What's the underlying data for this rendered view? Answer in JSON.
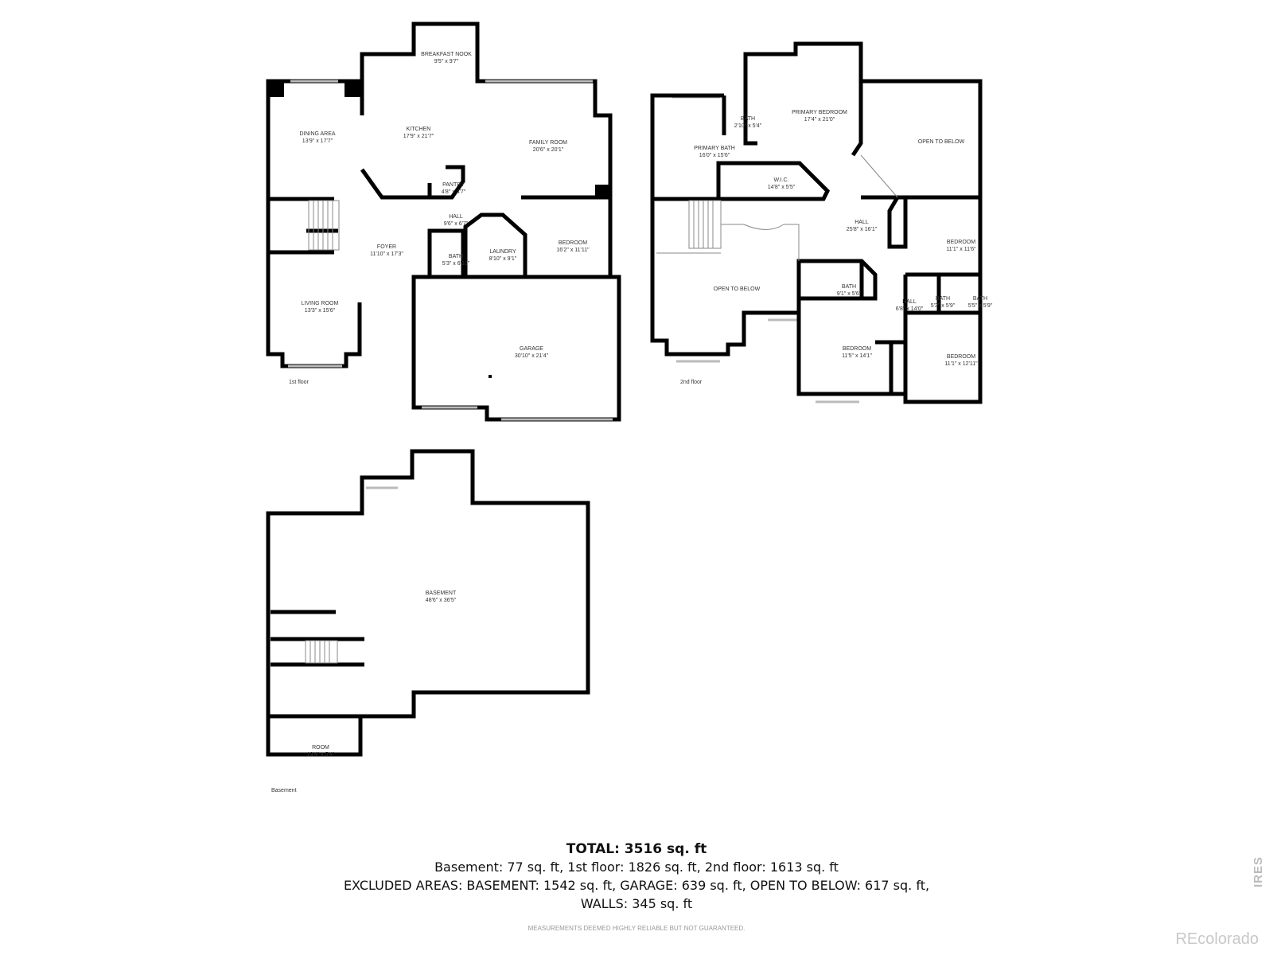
{
  "floors": {
    "first": {
      "label": "1st floor",
      "rooms": [
        {
          "name": "BREAKFAST NOOK",
          "dims": "9'5\" x 9'7\""
        },
        {
          "name": "DINING AREA",
          "dims": "13'9\" x 17'7\""
        },
        {
          "name": "KITCHEN",
          "dims": "17'9\" x 21'7\""
        },
        {
          "name": "FAMILY ROOM",
          "dims": "20'6\" x 20'1\""
        },
        {
          "name": "PANTRY",
          "dims": "4'8\" x 4'7\""
        },
        {
          "name": "HALL",
          "dims": "9'6\" x 6'7\""
        },
        {
          "name": "FOYER",
          "dims": "11'10\" x 17'3\""
        },
        {
          "name": "BATH",
          "dims": "5'3\" x 6'10\""
        },
        {
          "name": "LAUNDRY",
          "dims": "8'10\" x 9'1\""
        },
        {
          "name": "BEDROOM",
          "dims": "16'2\" x 11'11\""
        },
        {
          "name": "LIVING ROOM",
          "dims": "13'3\" x 15'6\""
        },
        {
          "name": "GARAGE",
          "dims": "30'10\" x 21'4\""
        }
      ]
    },
    "second": {
      "label": "2nd floor",
      "rooms": [
        {
          "name": "PRIMARY BEDROOM",
          "dims": "17'4\" x 21'0\""
        },
        {
          "name": "BATH",
          "dims": "2'10\" x 5'4\""
        },
        {
          "name": "PRIMARY BATH",
          "dims": "16'0\" x 15'6\""
        },
        {
          "name": "W.I.C.",
          "dims": "14'8\" x 5'5\""
        },
        {
          "name": "OPEN TO BELOW",
          "dims": ""
        },
        {
          "name": "HALL",
          "dims": "25'8\" x 16'1\""
        },
        {
          "name": "BEDROOM",
          "dims": "11'1\" x 11'6\""
        },
        {
          "name": "OPEN TO BELOW",
          "dims": ""
        },
        {
          "name": "BATH",
          "dims": "9'1\" x 5'6\""
        },
        {
          "name": "HALL",
          "dims": "6'8\" x 14'0\""
        },
        {
          "name": "BATH",
          "dims": "5'3\" x 5'9\""
        },
        {
          "name": "BATH",
          "dims": "5'5\" x 5'9\""
        },
        {
          "name": "BEDROOM",
          "dims": "11'5\" x 14'1\""
        },
        {
          "name": "BEDROOM",
          "dims": "11'1\" x 12'11\""
        }
      ]
    },
    "basement": {
      "label": "Basement",
      "rooms": [
        {
          "name": "BASEMENT",
          "dims": "48'6\" x 36'5\""
        },
        {
          "name": "ROOM",
          "dims": "13'4\" x 5'4\""
        }
      ]
    }
  },
  "summary": {
    "total": "TOTAL: 3516 sq. ft",
    "line2": "Basement: 77 sq. ft, 1st floor: 1826 sq. ft, 2nd floor: 1613 sq. ft",
    "line3": "EXCLUDED AREAS: BASEMENT: 1542 sq. ft, GARAGE: 639 sq. ft, OPEN TO BELOW: 617 sq. ft,",
    "line4": "WALLS: 345 sq. ft",
    "disclaimer": "MEASUREMENTS DEEMED HIGHLY RELIABLE BUT NOT GUARANTEED."
  },
  "watermarks": {
    "vertical": "IRES",
    "brand": "REcolorado"
  },
  "colors": {
    "wall": "#000000",
    "window": "#cccccc",
    "text": "#333333"
  }
}
